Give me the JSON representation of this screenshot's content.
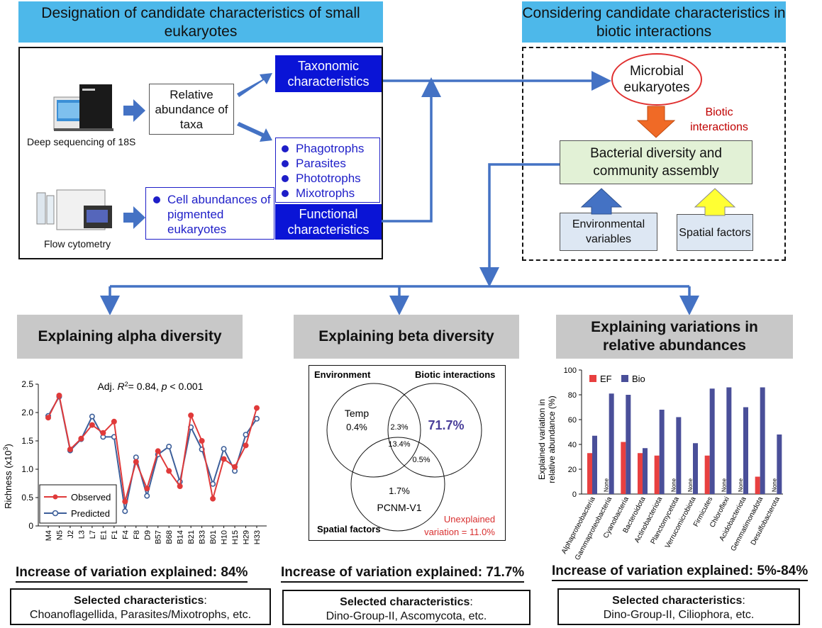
{
  "headers": {
    "designation": "Designation of candidate characteristics of small eukaryotes",
    "considering": "Considering candidate characteristics in biotic interactions",
    "alpha": "Explaining alpha diversity",
    "beta": "Explaining beta diversity",
    "relative": "Explaining variations in relative abundances"
  },
  "left_panel": {
    "deep_sequencing": "Deep sequencing of 18S",
    "flow_cytometry": "Flow cytometry",
    "relative_abundance": "Relative abundance of taxa",
    "cell_abundances": "Cell abundances of pigmented eukaryotes",
    "taxonomic": "Taxonomic characteristics",
    "functional": "Functional characteristics",
    "groups": [
      "Phagotrophs",
      "Parasites",
      "Phototrophs",
      "Mixotrophs"
    ]
  },
  "right_panel": {
    "microbial": "Microbial eukaryotes",
    "biotic": "Biotic interactions",
    "bacterial": "Bacterial diversity and community assembly",
    "environmental": "Environmental variables",
    "spatial": "Spatial factors"
  },
  "results": {
    "alpha_increase": "Increase of variation explained: 84%",
    "beta_increase": "Increase of variation explained: 71.7%",
    "rel_increase": "Increase of variation explained: 5%-84%",
    "sel_label": "Selected characteristics",
    "alpha_sel": "Choanoflagellida, Parasites/Mixotrophs, etc.",
    "beta_sel": "Dino-Group-II, Ascomycota, etc.",
    "rel_sel": "Dino-Group-II, Ciliophora, etc."
  },
  "venn": {
    "environment": "Environment",
    "biotic": "Biotic interactions",
    "spatial": "Spatial factors",
    "temp": "Temp",
    "temp_val": "0.4%",
    "biotic_val": "71.7%",
    "env_biotic": "2.3%",
    "center": "13.4%",
    "biotic_spatial": "0.5%",
    "spatial_val": "1.7%",
    "pcnm": "PCNM-V1",
    "unexplained_1": "Unexplained",
    "unexplained_2": "variation = 11.0%"
  },
  "colors": {
    "header_blue": "#4db8ea",
    "navy": "#0a14d6",
    "arrow_blue": "#4472c4",
    "observed": "#e03a3a",
    "predicted": "#3d5f9a",
    "ef": "#e84040",
    "bio": "#4a4f99",
    "unexplained": "#d83030",
    "biotic_red": "#c00000"
  },
  "chart_data": [
    {
      "type": "line",
      "annotation": "Adj. R2= 0.84, p < 0.001",
      "ylabel": "Richness (x10^3)",
      "ylim": [
        0,
        2.5
      ],
      "yticks": [
        "0",
        "0.5",
        "1.0",
        "1.5",
        "2.0",
        "2.5"
      ],
      "x": [
        "M4",
        "N5",
        "J2",
        "L3",
        "L7",
        "E1",
        "F1",
        "F4",
        "F8",
        "D9",
        "B57",
        "B68",
        "B14",
        "B21",
        "B33",
        "B01",
        "H10",
        "H15",
        "H29",
        "H33"
      ],
      "series": [
        {
          "name": "Observed",
          "color": "#e03a3a",
          "values": [
            1.91,
            2.3,
            1.35,
            1.54,
            1.78,
            1.64,
            1.84,
            0.43,
            1.13,
            0.66,
            1.32,
            0.97,
            0.7,
            1.95,
            1.5,
            0.48,
            1.18,
            1.04,
            1.42,
            2.08
          ]
        },
        {
          "name": "Predicted",
          "color": "#3d5f9a",
          "values": [
            1.94,
            2.28,
            1.33,
            1.53,
            1.93,
            1.57,
            1.57,
            0.26,
            1.21,
            0.53,
            1.26,
            1.4,
            0.78,
            1.74,
            1.35,
            0.74,
            1.36,
            0.97,
            1.61,
            1.89
          ]
        }
      ]
    },
    {
      "type": "bar",
      "ylabel": "Explained variation in relative abundance (%)",
      "ylim": [
        0,
        100
      ],
      "yticks": [
        "0",
        "20",
        "40",
        "60",
        "80",
        "100"
      ],
      "categories": [
        "Alphaproteobacteria",
        "Gammaproteobacteria",
        "Cyanobacteria",
        "Bacteroidota",
        "Actinobacteriota",
        "Planctomycetota",
        "Verrucomicrobiota",
        "Firmicutes",
        "Chloroflexi",
        "Acidobacteriota",
        "Gemmatimonadota",
        "Desulfobacterota"
      ],
      "none_label": "None",
      "series": [
        {
          "name": "EF",
          "color": "#e84040",
          "values": [
            33,
            null,
            42,
            33,
            31,
            null,
            null,
            31,
            null,
            null,
            14,
            null
          ]
        },
        {
          "name": "Bio",
          "color": "#4a4f99",
          "values": [
            47,
            81,
            80,
            37,
            68,
            62,
            41,
            85,
            86,
            70,
            86,
            48
          ]
        }
      ]
    }
  ]
}
